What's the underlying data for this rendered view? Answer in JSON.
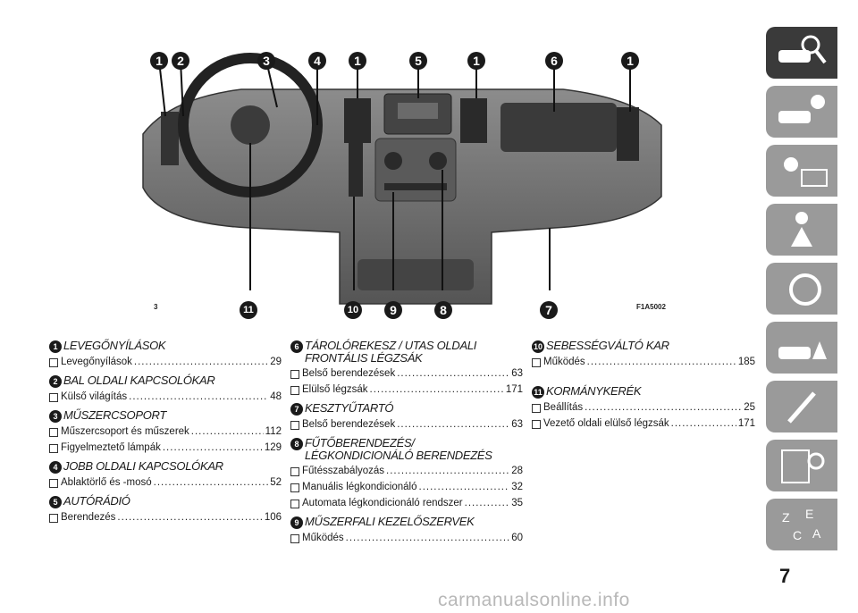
{
  "figure": {
    "code": "F1A5002",
    "small_label": "3",
    "callouts_top": [
      "1",
      "2",
      "3",
      "4",
      "1",
      "5",
      "1",
      "6",
      "1"
    ],
    "callouts_bottom": [
      "11",
      "10",
      "9",
      "8",
      "7"
    ]
  },
  "sections": {
    "s1": {
      "num": "1",
      "title": "LEVEGŐNYÍLÁSOK",
      "entries": [
        {
          "label": "Levegőnyílások",
          "page": "29"
        }
      ]
    },
    "s2": {
      "num": "2",
      "title": "BAL OLDALI KAPCSOLÓKAR",
      "entries": [
        {
          "label": "Külső világítás",
          "page": "48"
        }
      ]
    },
    "s3": {
      "num": "3",
      "title": "MŰSZERCSOPORT",
      "entries": [
        {
          "label": "Műszercsoport és műszerek",
          "page": "112"
        },
        {
          "label": "Figyelmeztető lámpák",
          "page": "129"
        }
      ]
    },
    "s4": {
      "num": "4",
      "title": "JOBB OLDALI KAPCSOLÓKAR",
      "entries": [
        {
          "label": "Ablaktörlő és -mosó",
          "page": "52"
        }
      ]
    },
    "s5": {
      "num": "5",
      "title": "AUTÓRÁDIÓ",
      "entries": [
        {
          "label": "Berendezés",
          "page": "106"
        }
      ]
    },
    "s6": {
      "num": "6",
      "title": "TÁROLÓREKESZ / UTAS OLDALI FRONTÁLIS LÉGZSÁK",
      "entries": [
        {
          "label": "Belső berendezések",
          "page": "63"
        },
        {
          "label": "Elülső légzsák",
          "page": "171"
        }
      ]
    },
    "s7": {
      "num": "7",
      "title": "KESZTYŰTARTÓ",
      "entries": [
        {
          "label": "Belső berendezések",
          "page": "63"
        }
      ]
    },
    "s8": {
      "num": "8",
      "title": "FŰTŐBERENDEZÉS/ LÉGKONDICIONÁLÓ BERENDEZÉS",
      "entries": [
        {
          "label": "Fűtésszabályozás",
          "page": "28"
        },
        {
          "label": "Manuális légkondicionáló",
          "page": "32"
        },
        {
          "label": "Automata légkondicionáló rendszer",
          "page": "35"
        }
      ]
    },
    "s9": {
      "num": "9",
      "title": "MŰSZERFALI KEZELŐSZERVEK",
      "entries": [
        {
          "label": "Működés",
          "page": "60"
        }
      ]
    },
    "s10": {
      "num": "10",
      "title": "SEBESSÉGVÁLTÓ KAR",
      "entries": [
        {
          "label": "Működés",
          "page": "185"
        }
      ]
    },
    "s11": {
      "num": "11",
      "title": "KORMÁNYKERÉK",
      "entries": [
        {
          "label": "Beállítás",
          "page": "25"
        },
        {
          "label": "Vezető oldali elülső légzsák",
          "page": "171"
        }
      ]
    }
  },
  "tabs": [
    {
      "icon": "car-search-icon"
    },
    {
      "icon": "car-info-icon"
    },
    {
      "icon": "warning-lights-icon"
    },
    {
      "icon": "airbag-person-icon"
    },
    {
      "icon": "steering-wheel-icon"
    },
    {
      "icon": "car-accident-icon"
    },
    {
      "icon": "wrench-icon"
    },
    {
      "icon": "specifications-gears-icon"
    },
    {
      "icon": "alphabet-index-icon"
    }
  ],
  "page_number": "7",
  "watermark": "carmanualsonline.info"
}
